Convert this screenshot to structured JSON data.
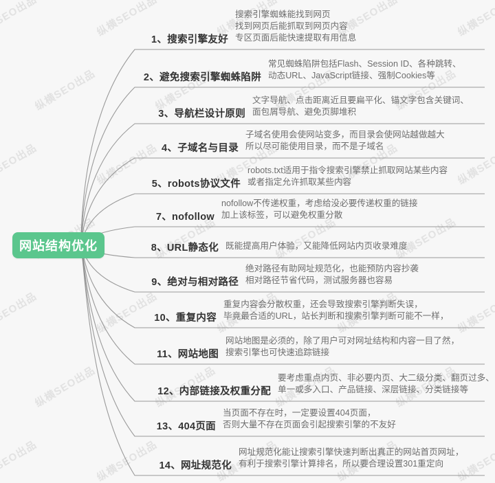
{
  "root": {
    "label": "网站结构优化",
    "color": "#5bc68d",
    "text_color": "#ffffff"
  },
  "watermark": {
    "text": "纵横SEO出品",
    "color": "#e2e2e2",
    "rotation": "-31deg"
  },
  "theme": {
    "background": "#f7f7f7",
    "branch_line": "#8a8a8a",
    "title_color": "#333333",
    "desc_color": "#6e6e6e"
  },
  "branches": [
    {
      "index": 1,
      "title": "1、搜索引擎友好",
      "desc": [
        "搜索引擎蜘蛛能找到网页",
        "找到网页后能抓取到网页内容",
        "专区页面后能快速提取有用信息"
      ]
    },
    {
      "index": 2,
      "title": "2、避免搜索引擎蜘蛛陷阱",
      "desc": [
        "常见蜘蛛陷阱包括Flash、Session ID、各种跳转、",
        "动态URL、JavaScript链接、强制Cookies等"
      ]
    },
    {
      "index": 3,
      "title": "3、导航栏设计原则",
      "desc": [
        "文字导航、点击距离近且要扁平化、锚文字包含关键词、",
        "面包屑导航、避免页脚堆积"
      ]
    },
    {
      "index": 4,
      "title": "4、子域名与目录",
      "desc": [
        "子域名使用会使网站变多，而目录会使网站越做越大",
        "所以尽可能使用目录，而不是子域名"
      ]
    },
    {
      "index": 5,
      "title": "5、robots协议文件",
      "desc": [
        "robots.txt适用于指令搜索引擎禁止抓取网站某些内容",
        "或者指定允许抓取某些内容"
      ]
    },
    {
      "index": 7,
      "title": "7、nofollow",
      "desc": [
        "nofollow不传递权重，考虑给没必要传递权重的链接",
        "加上该标签，可以避免权重分散"
      ]
    },
    {
      "index": 8,
      "title": "8、URL静态化",
      "desc": [
        "既能提高用户体验，又能降低网站内页收录难度"
      ]
    },
    {
      "index": 9,
      "title": "9、绝对与相对路径",
      "desc": [
        "绝对路径有助网址规范化，也能预防内容抄袭",
        "相对路径节省代码，测试服务器也容易"
      ]
    },
    {
      "index": 10,
      "title": "10、重复内容",
      "desc": [
        "重复内容会分散权重，还会导致搜索引擎判断失误，",
        "毕竟最合适的URL，站长判断和搜索引擎判断可能不一样，"
      ]
    },
    {
      "index": 11,
      "title": "11、网站地图",
      "desc": [
        "网站地图是必须的，除了用户可对网址结构和内容一目了然，",
        "搜索引擎也可快速追踪链接"
      ]
    },
    {
      "index": 12,
      "title": "12、内部链接及权重分配",
      "desc": [
        "要考虑重点内页、非必要内页、大二级分类、翻页过多、",
        "单一或多入口、产品链接、深层链接、分类链接等"
      ]
    },
    {
      "index": 13,
      "title": "13、404页面",
      "desc": [
        "当页面不存在时，一定要设置404页面，",
        "否则大量不存在页面会引起搜索引擎的不友好"
      ]
    },
    {
      "index": 14,
      "title": "14、网址规范化",
      "desc": [
        "网址规范化能让搜索引擎快速判断出真正的网站首页网址，",
        "有利于搜索引擎计算排名，所以要合理设置301重定向"
      ]
    }
  ]
}
